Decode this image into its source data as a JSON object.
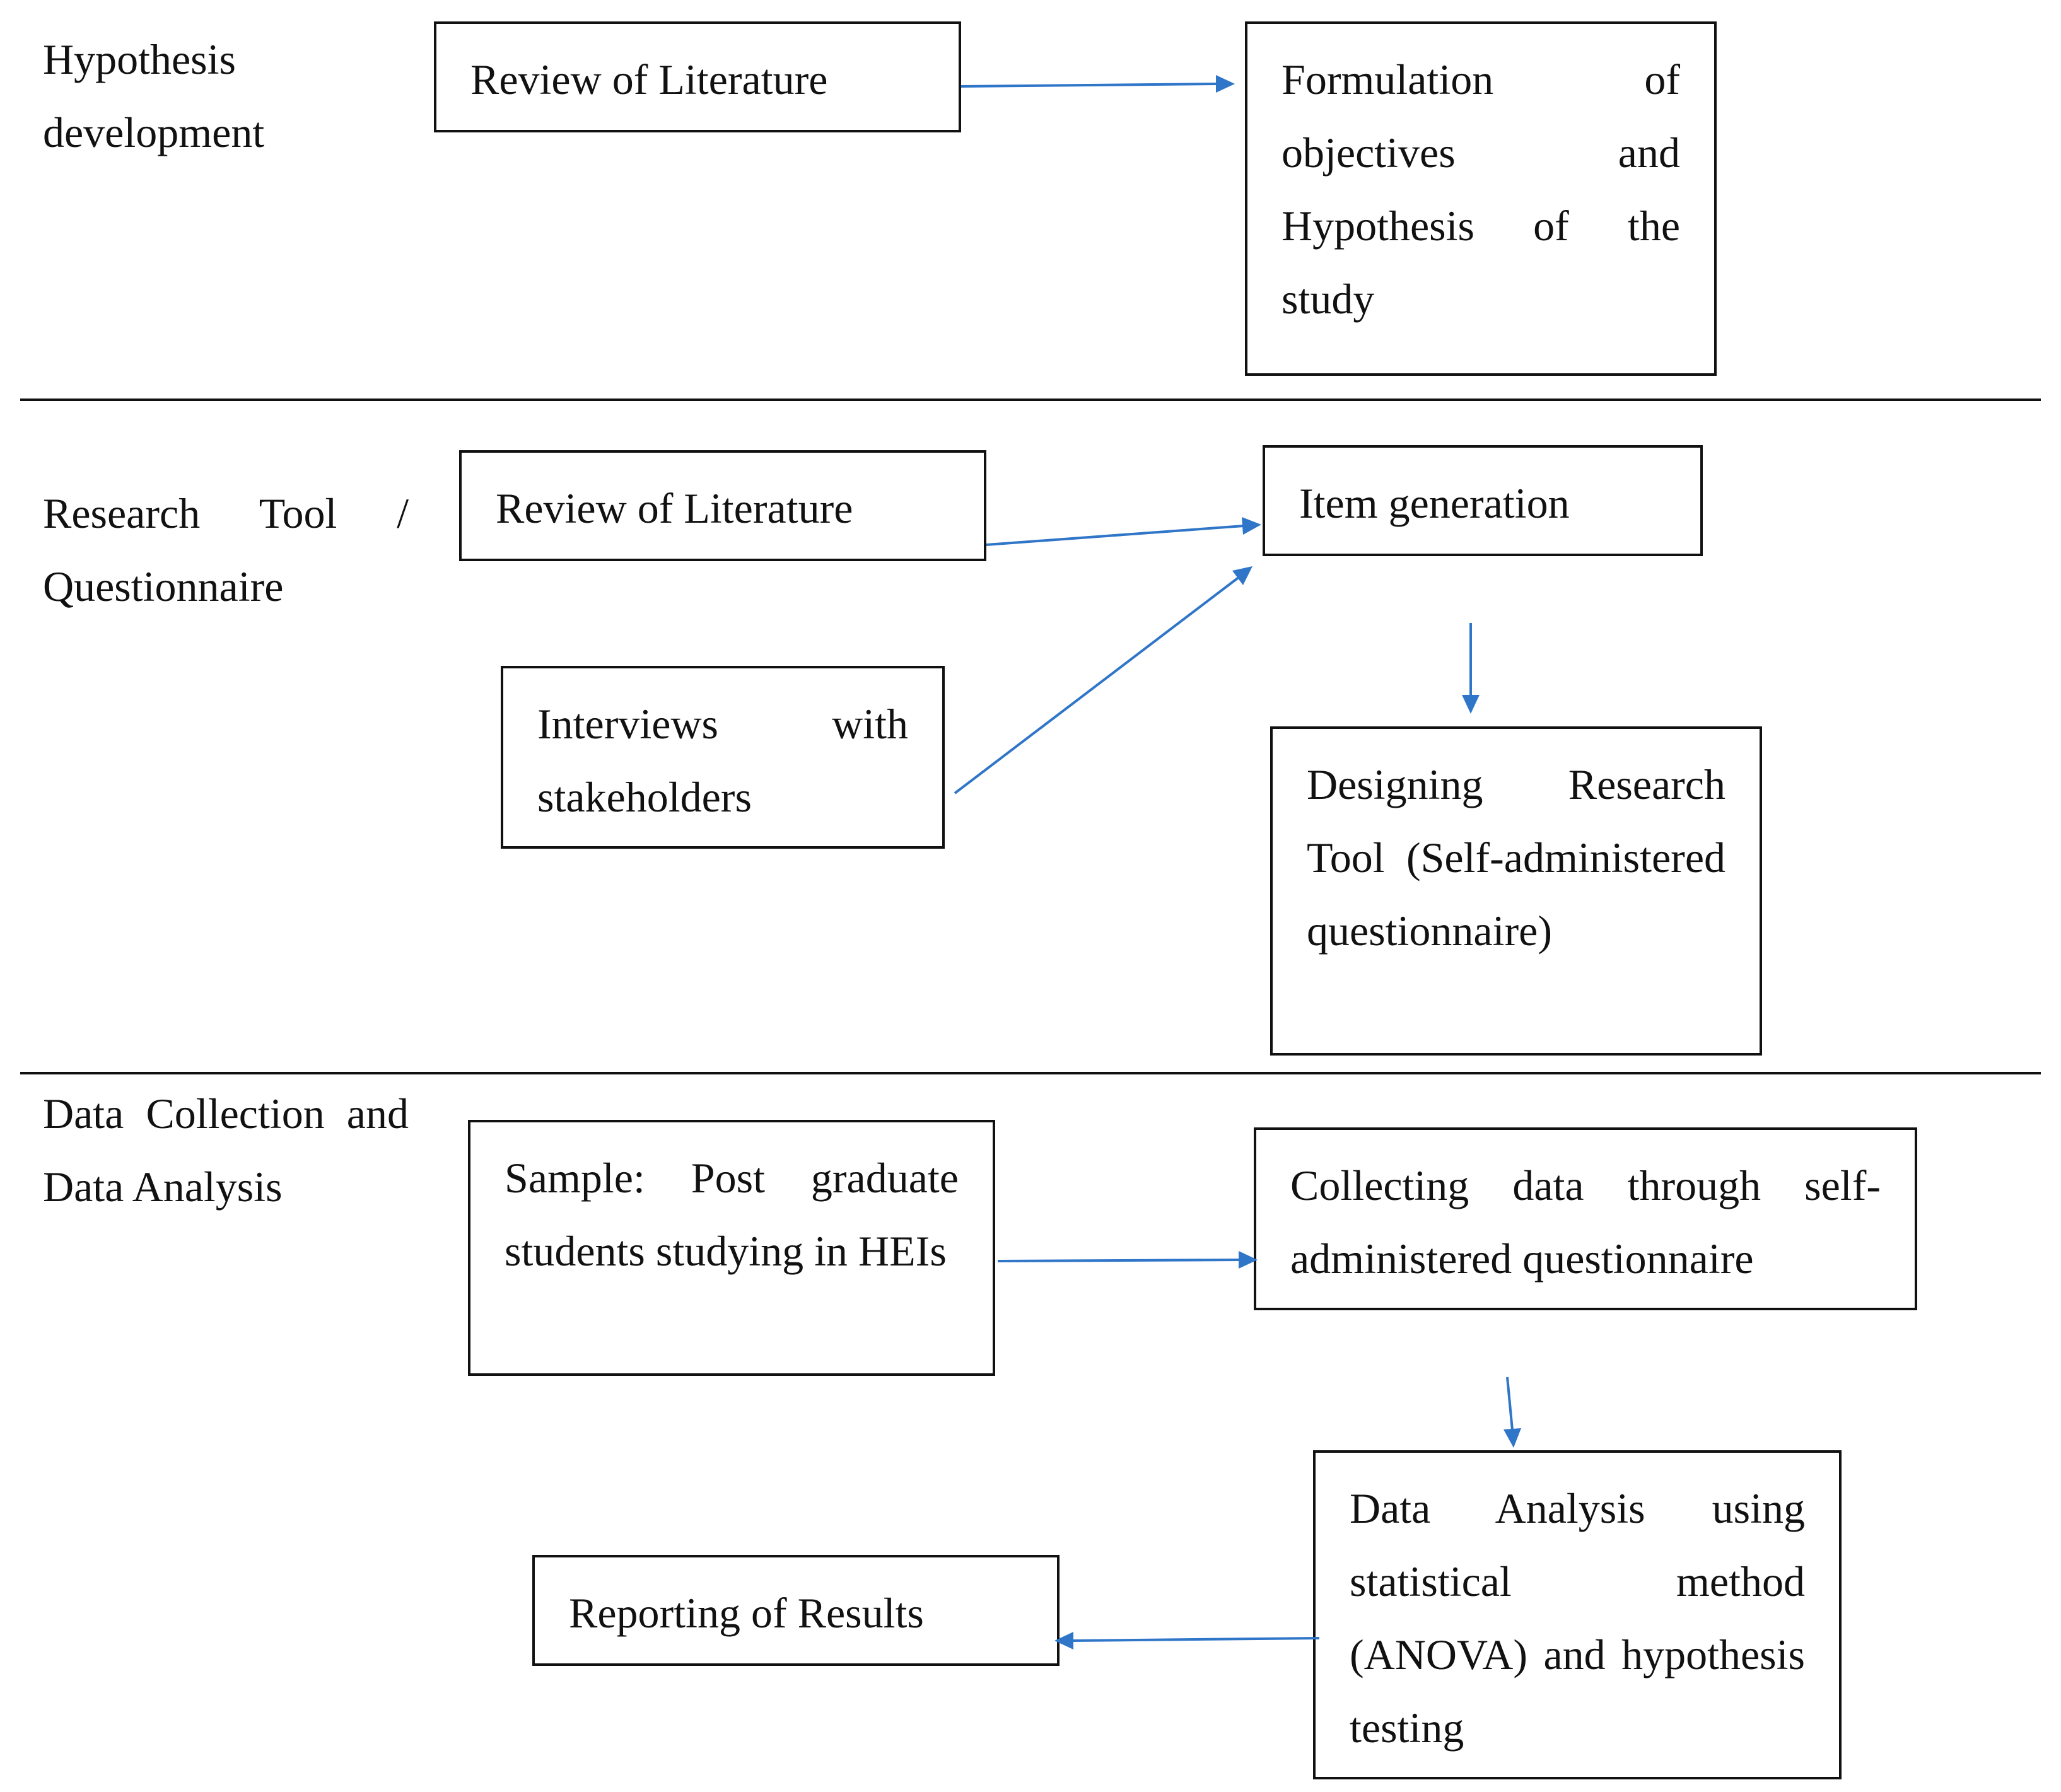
{
  "sections": {
    "hypothesis": {
      "label": "Hypothesis development",
      "review": "Review of Literature",
      "formulation": "Formulation of objectives and Hypothesis of the study"
    },
    "research_tool": {
      "label": "Research Tool / Questionnaire",
      "review": "Review of Literature",
      "interviews": "Interviews with stakeholders",
      "item_generation": "Item generation",
      "designing": "Designing Research Tool (Self-administered questionnaire)"
    },
    "data": {
      "label": "Data Collection and Data Analysis",
      "sample": "Sample: Post graduate students studying in HEIs",
      "collecting": "Collecting data through self-administered questionnaire",
      "analysis": "Data Analysis using statistical method (ANOVA) and hypothesis testing",
      "reporting": "Reporting of Results"
    }
  },
  "style": {
    "arrow_color": "#2f75c8",
    "border_color": "#111111"
  }
}
